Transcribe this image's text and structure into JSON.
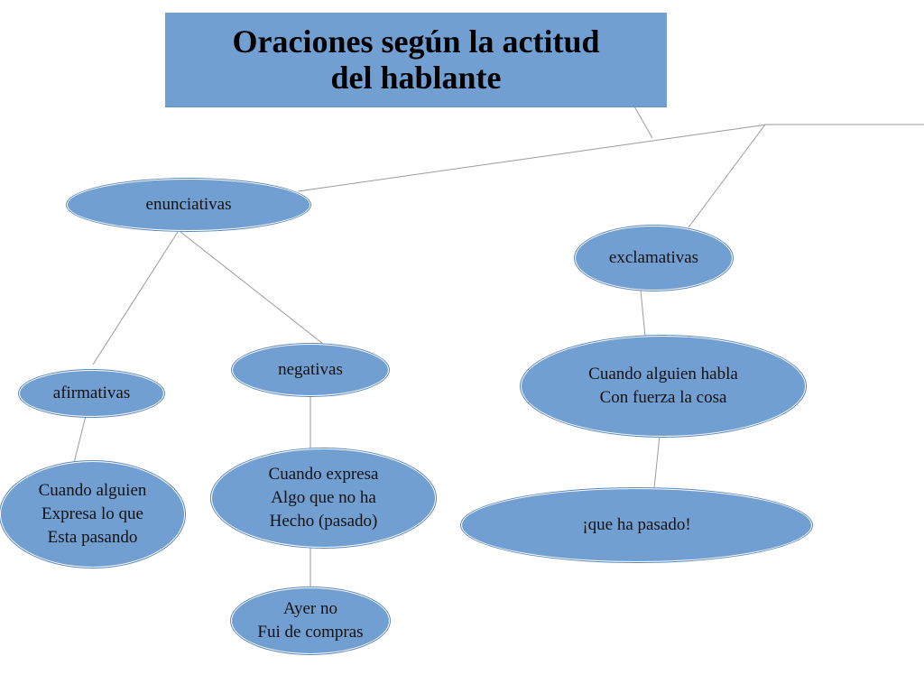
{
  "title": {
    "line1": "Oraciones según la actitud",
    "line2": "del hablante"
  },
  "nodes": {
    "enunciativas": "enunciativas",
    "exclamativas": "exclamativas",
    "afirmativas": "afirmativas",
    "negativas": "negativas",
    "afirmativas_desc": [
      "Cuando alguien",
      "Expresa lo que",
      "Esta pasando"
    ],
    "negativas_desc": [
      "Cuando expresa",
      "Algo que no ha",
      "Hecho (pasado)"
    ],
    "negativas_example": [
      "Ayer no",
      "Fui de compras"
    ],
    "exclamativas_desc": [
      "Cuando alguien habla",
      "Con fuerza la cosa"
    ],
    "exclamativas_example": "¡que ha pasado!"
  },
  "colors": {
    "node_fill": "#729fd2",
    "connector": "#9a9a9a"
  }
}
